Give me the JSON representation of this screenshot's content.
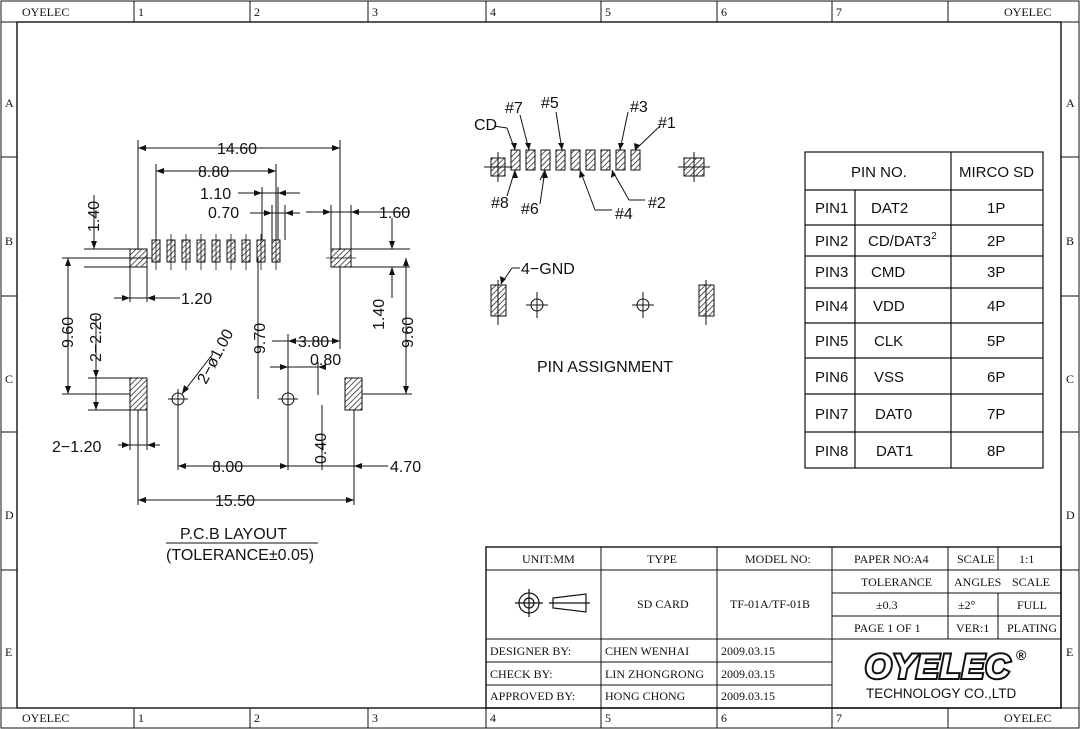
{
  "frame": {
    "corner_label": "OYELEC",
    "columns": [
      "1",
      "2",
      "3",
      "4",
      "5",
      "6",
      "7"
    ],
    "rows": [
      "A",
      "B",
      "C",
      "D",
      "E"
    ]
  },
  "pcb": {
    "dims": {
      "w1460": "14.60",
      "w880": "8.80",
      "w110": "1.10",
      "w070": "0.70",
      "w160": "1.60",
      "v140": "1.40",
      "w120": "1.20",
      "v960l": "9.60",
      "v220": "2−2.20",
      "v970": "9.70",
      "w380": "3.80",
      "w080": "0.80",
      "v140r": "1.40",
      "v960r": "9.60",
      "d100": "2−ø1.00",
      "w2120": "2−1.20",
      "w800": "8.00",
      "v040": "0.40",
      "w470": "4.70",
      "w1550": "15.50"
    },
    "title": "P.C.B LAYOUT",
    "tolerance": "(TOLERANCE±0.05)"
  },
  "pins_view": {
    "labels": {
      "cd": "CD",
      "p7": "#7",
      "p5": "#5",
      "p3": "#3",
      "p1": "#1",
      "p8": "#8",
      "p6": "#6",
      "p4": "#4",
      "p2": "#2"
    },
    "gnd": "4−GND",
    "title": "PIN ASSIGNMENT"
  },
  "pin_table": {
    "headers": [
      "PIN NO.",
      "MIRCO SD"
    ],
    "rows": [
      {
        "pin": "PIN1",
        "signal": "DAT2",
        "sup": "",
        "sd": "1P"
      },
      {
        "pin": "PIN2",
        "signal": "CD/DAT3",
        "sup": "2",
        "sd": "2P"
      },
      {
        "pin": "PIN3",
        "signal": "CMD",
        "sup": "",
        "sd": "3P"
      },
      {
        "pin": "PIN4",
        "signal": "VDD",
        "sup": "",
        "sd": "4P"
      },
      {
        "pin": "PIN5",
        "signal": "CLK",
        "sup": "",
        "sd": "5P"
      },
      {
        "pin": "PIN6",
        "signal": "VSS",
        "sup": "",
        "sd": "6P"
      },
      {
        "pin": "PIN7",
        "signal": "DAT0",
        "sup": "",
        "sd": "7P"
      },
      {
        "pin": "PIN8",
        "signal": "DAT1",
        "sup": "",
        "sd": "8P"
      }
    ]
  },
  "title_block": {
    "unit": "UNIT:MM",
    "type_label": "TYPE",
    "model_label": "MODEL NO:",
    "paper": "PAPER NO:A4",
    "scale_label": "SCALE",
    "scale_value": "1:1",
    "type_value": "SD CARD",
    "model_value": "TF-01A/TF-01B",
    "tolerance_label": "TOLERANCE",
    "angles_label": "ANGLES",
    "scale_label2": "SCALE",
    "tolerance_value": "±0.3",
    "angles_value": "±2°",
    "full": "FULL",
    "page": "PAGE 1 OF 1",
    "ver": "VER:1",
    "plating": "PLATING",
    "designer_label": "DESIGNER BY:",
    "designer": "CHEN WENHAI",
    "designer_date": "2009.03.15",
    "check_label": "CHECK BY:",
    "checker": "LIN ZHONGRONG",
    "check_date": "2009.03.15",
    "approved_label": "APPROVED BY:",
    "approver": "HONG CHONG",
    "approved_date": "2009.03.15",
    "logo": "OYELEC",
    "logo_mark": "®",
    "company": "TECHNOLOGY CO.,LTD"
  }
}
